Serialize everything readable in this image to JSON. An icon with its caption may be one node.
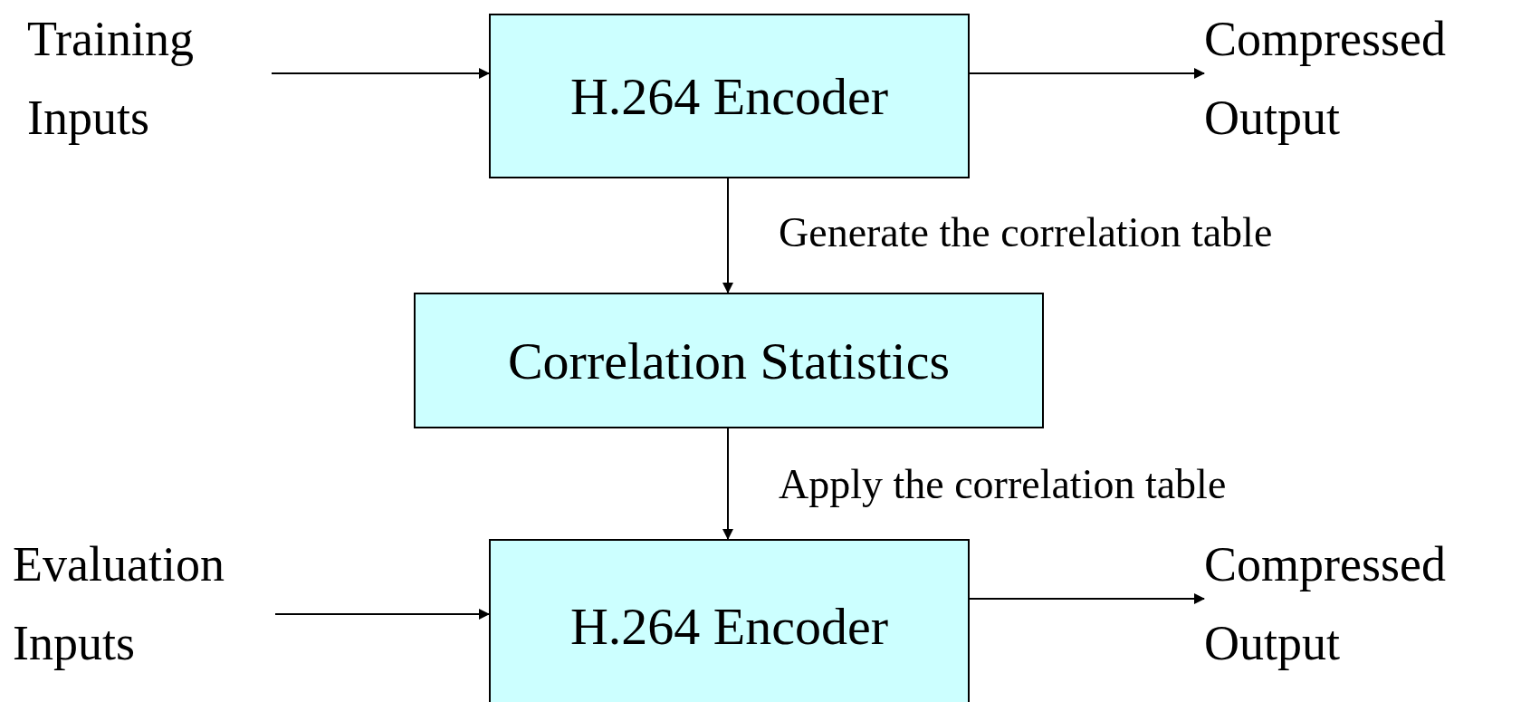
{
  "diagram": {
    "nodes": [
      {
        "text": [
          "Training Inputs"
        ]
      },
      {
        "text": [
          "H.264 Encoder"
        ]
      },
      {
        "text": [
          "Compressed Output"
        ]
      },
      {
        "text": [
          "Correlation Statistics"
        ]
      },
      {
        "text": [
          "Evaluation Inputs"
        ]
      },
      {
        "text": [
          "H.264 Encoder"
        ]
      },
      {
        "text": [
          "Compressed Output"
        ]
      }
    ],
    "edges": [
      {
        "from": 0,
        "to": 1,
        "arrow": "to"
      },
      {
        "from": 1,
        "to": 2,
        "arrow": "to"
      },
      {
        "from": 1,
        "to": 3,
        "arrow": "to",
        "label": "Generate the correlation table"
      },
      {
        "from": 3,
        "to": 5,
        "arrow": "to",
        "label": "Apply the correlation table"
      },
      {
        "from": 4,
        "to": 5,
        "arrow": "to"
      },
      {
        "from": 5,
        "to": 6,
        "arrow": "to"
      }
    ]
  }
}
